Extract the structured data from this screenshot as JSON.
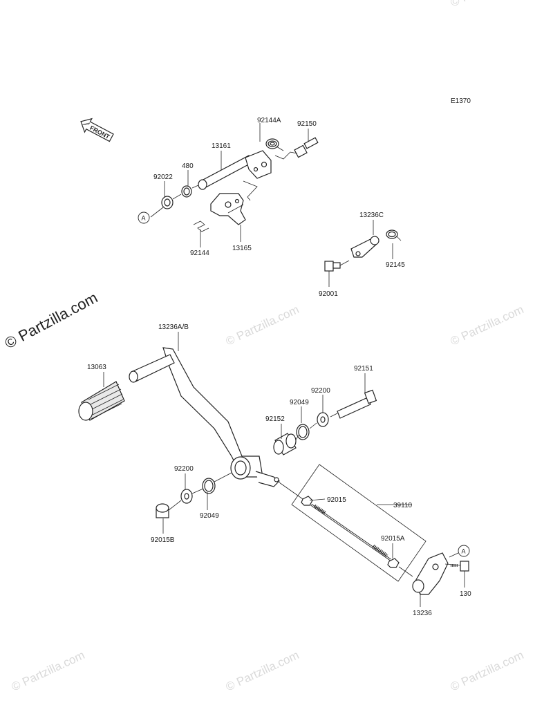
{
  "diagram_code": "E1370",
  "front_label": "FRONT",
  "ref_marker": "A",
  "watermark": "© Partzilla.com",
  "parts": {
    "p92144A": "92144A",
    "p92150": "92150",
    "p13161": "13161",
    "p480": "480",
    "p92022": "92022",
    "p92144": "92144",
    "p13165": "13165",
    "p13236C": "13236C",
    "p92145": "92145",
    "p92001": "92001",
    "p13236AB": "13236A/B",
    "p13063": "13063",
    "p92151": "92151",
    "p92200a": "92200",
    "p92049a": "92049",
    "p92152": "92152",
    "p92200b": "92200",
    "p92049b": "92049",
    "p92015B": "92015B",
    "p92015": "92015",
    "p39110": "39110",
    "p92015A": "92015A",
    "p130": "130",
    "p13236": "13236"
  }
}
